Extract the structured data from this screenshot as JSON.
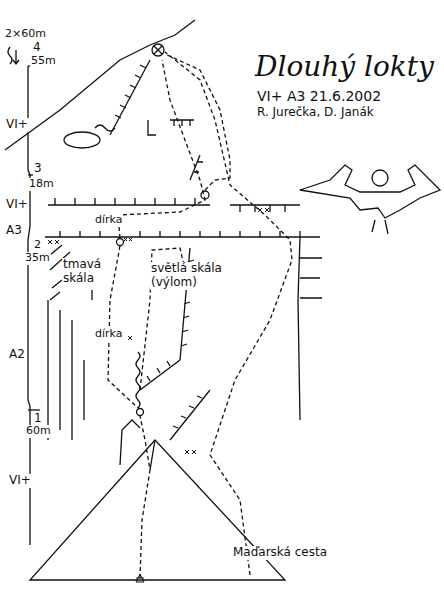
{
  "diagram": {
    "title": "Dlouhý lokty",
    "labels": [
      "VI+ A3 21.6.2002",
      "R. Jurečka, D. Janák",
      "2×60m",
      "4",
      "55m",
      "VI+",
      "3",
      "18m",
      "VI+",
      "A3",
      "2",
      "35m",
      "tmavá skála",
      "světlá skála (výlom)",
      "dírka",
      "dírka",
      "A2",
      "1",
      "60m",
      "VI+",
      "Maďarská cesta"
    ]
  }
}
